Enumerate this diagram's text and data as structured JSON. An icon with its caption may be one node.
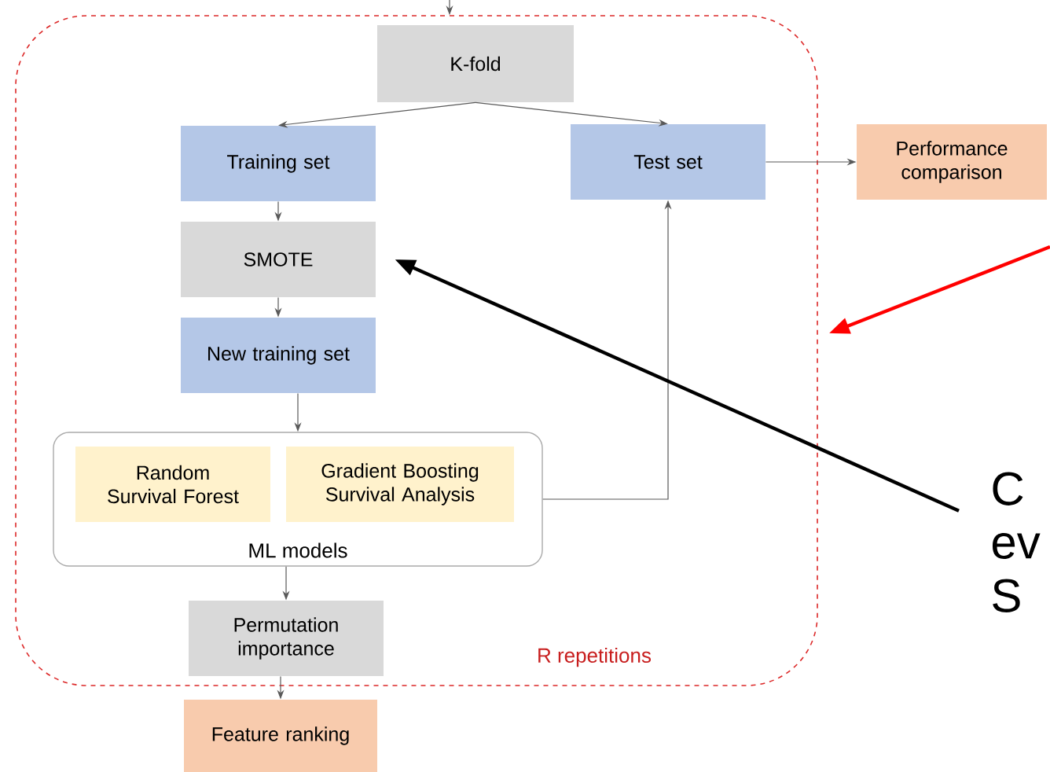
{
  "diagram": {
    "nodes": [
      {
        "text": [
          "R repetitions"
        ]
      },
      {
        "text": [
          "K-fold"
        ],
        "in": 0
      },
      {
        "text": [
          "Training set"
        ],
        "in": 0
      },
      {
        "text": [
          "Test set"
        ],
        "in": 0
      },
      {
        "text": [
          "Performance comparison"
        ]
      },
      {
        "text": [
          "SMOTE"
        ],
        "in": 0
      },
      {
        "text": [
          "New training set"
        ],
        "in": 0
      },
      {
        "text": [
          "ML models"
        ],
        "in": 0
      },
      {
        "text": [
          "Random Survival Forest"
        ],
        "in": 7
      },
      {
        "text": [
          "Gradient Boosting Survival Analysis"
        ],
        "in": 7
      },
      {
        "text": [
          "Permutation importance"
        ],
        "in": 0
      },
      {
        "text": [
          "Feature ranking"
        ]
      },
      {
        "text": [
          "C ev S"
        ]
      }
    ],
    "edges": [
      {
        "from": null,
        "to": 0,
        "arrow": "to"
      },
      {
        "from": 1,
        "to": 2,
        "arrow": "to"
      },
      {
        "from": 1,
        "to": 3,
        "arrow": "to"
      },
      {
        "from": 3,
        "to": 4,
        "arrow": "to"
      },
      {
        "from": 2,
        "to": 5,
        "arrow": "to"
      },
      {
        "from": 5,
        "to": 6,
        "arrow": "to"
      },
      {
        "from": 6,
        "to": 7,
        "arrow": "to"
      },
      {
        "from": 7,
        "to": 3,
        "arrow": "to"
      },
      {
        "from": 7,
        "to": 10,
        "arrow": "to"
      },
      {
        "from": 10,
        "to": 11,
        "arrow": "to"
      },
      {
        "from": 12,
        "to": 5,
        "arrow": "to",
        "style": "thick",
        "color": "#000000"
      },
      {
        "from": null,
        "to": 0,
        "arrow": "to",
        "style": "thick",
        "color": "#ff0000"
      }
    ]
  }
}
